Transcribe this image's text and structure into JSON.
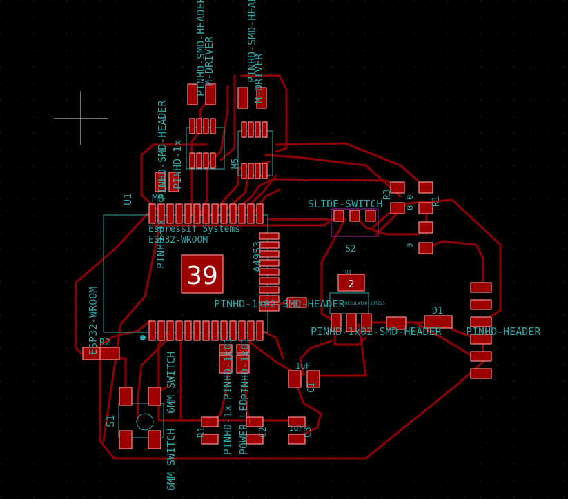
{
  "board": {
    "background": "#000000",
    "colors": {
      "copper": "#9c0000",
      "trace": "#8a0006",
      "silkscreen": "#2ba7a7",
      "courtyard": "#b02ab0",
      "pad_outline": "#ff8c8c"
    },
    "labels": {
      "header_left_a": "PINHD-SMD-HEADER",
      "header_left_b": "PINHD-SMD-HEADER",
      "driver_a": "M-DRIVER",
      "driver_b": "M-DRIVER",
      "header_top_right": "PINHD-SMD-HEADER",
      "m5": "M5",
      "m8": "M8",
      "u1": "U1",
      "esp_vendor": "Espressif Systems",
      "esp_module": "ESP32-WROOM",
      "esp_side": "ESP32-WROOM",
      "pinhd_vert": "PINHD-1x",
      "a4953": "A4953",
      "slide_switch": "SLIDE-SWITCH",
      "s2": "S2",
      "r3": "R3",
      "r1_right": "R1",
      "zero_a": "0",
      "zero_b": "0",
      "zero_c": "0",
      "pinhd_mid": "PINHD-1x02-SMD-HEADER",
      "pinhd_low": "PINHD-1x02-SMD-HEADER",
      "pinhd_right": "PINHD-HEADER",
      "u3": "U3",
      "regulator": "REGULATOR-SOT223",
      "d1": "D1",
      "r2": "R2",
      "s1": "S1",
      "switch_6mm": "6MM_SWITCH",
      "switch_6mm_vert": "6MM_SWITCH",
      "pinhd_bottom_a": "PINHD-1x01",
      "pinhd_bottom_b": "PINHD-1x01",
      "cap_label": "1uF",
      "cap_label_b": "1uF",
      "c1": "C1",
      "c2": "C2",
      "r1": "R1",
      "power_led": "POWER_LED",
      "c3": "C3"
    },
    "pad_numbers": {
      "u1_big": "39",
      "u3_tab": "2"
    }
  }
}
